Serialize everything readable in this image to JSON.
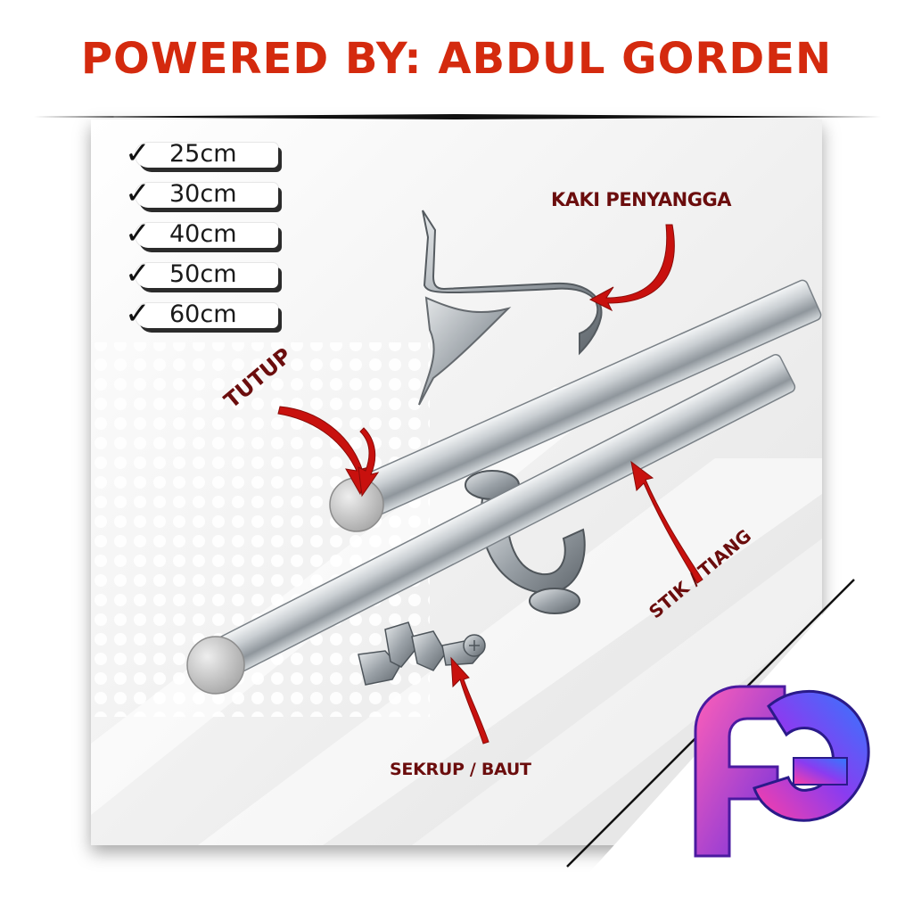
{
  "header": {
    "title": "POWERED BY: ABDUL GORDEN"
  },
  "sizes": [
    {
      "label": "25cm"
    },
    {
      "label": "30cm"
    },
    {
      "label": "40cm"
    },
    {
      "label": "50cm"
    },
    {
      "label": "60cm"
    }
  ],
  "check_glyph": "✓",
  "callouts": {
    "kaki": "KAKI PENYANGGA",
    "tutup": "TUTUP",
    "stik": "STIK / TIANG",
    "sekrup": "SEKRUP / BAUT"
  },
  "colors": {
    "brand_red": "#d42a0e",
    "callout_text": "#6b0d0d",
    "arrow_red": "#c8110e",
    "logo_gradient": [
      "#ff3fa4",
      "#8a3cf0",
      "#2f7bff"
    ]
  },
  "icons": {
    "check": "check-icon",
    "logo": "ag-logo-icon"
  }
}
